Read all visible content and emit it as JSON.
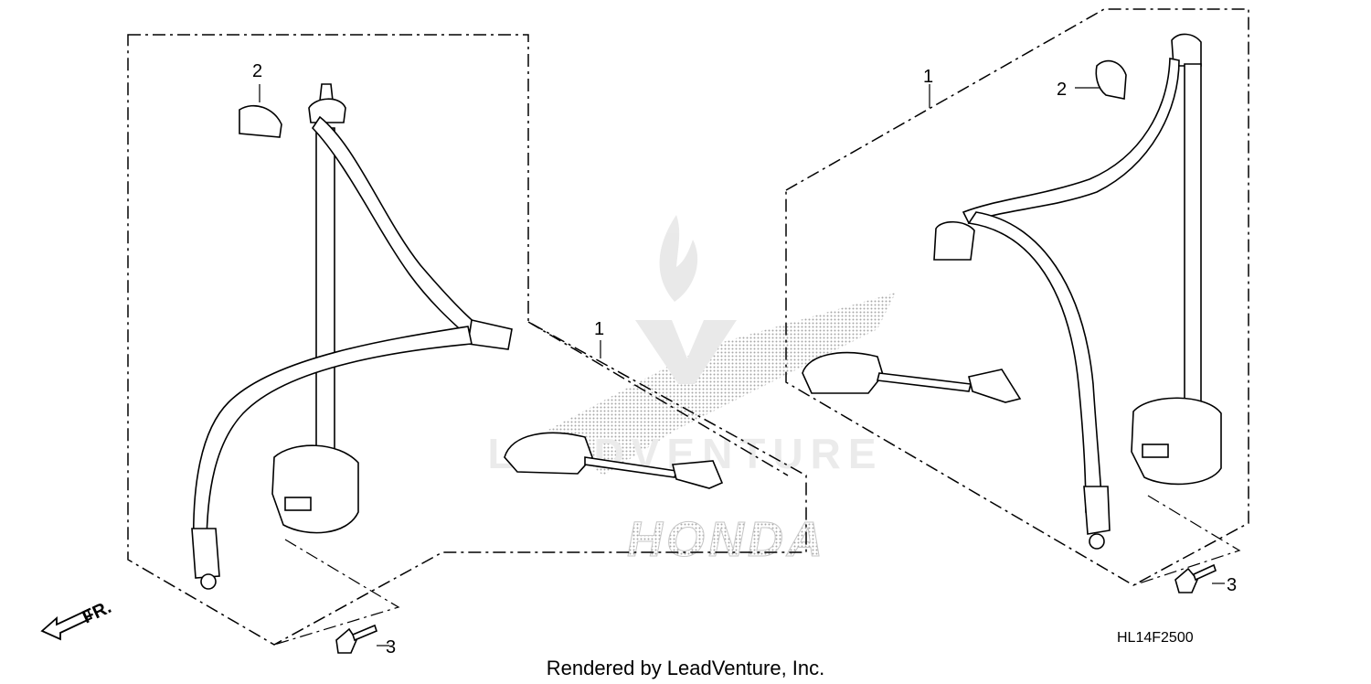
{
  "callouts": {
    "left_harness": "1",
    "left_cap": "2",
    "left_bolt": "3",
    "center_buckle": "1",
    "right_harness": "1",
    "right_cap": "2",
    "right_bolt": "3"
  },
  "direction_arrow": {
    "label": "FR."
  },
  "diagram_code": "HL14F2500",
  "footer_text": "Rendered by LeadVenture, Inc.",
  "watermark": {
    "brand": "LEADVENTURE",
    "logo_text": "HONDA"
  }
}
